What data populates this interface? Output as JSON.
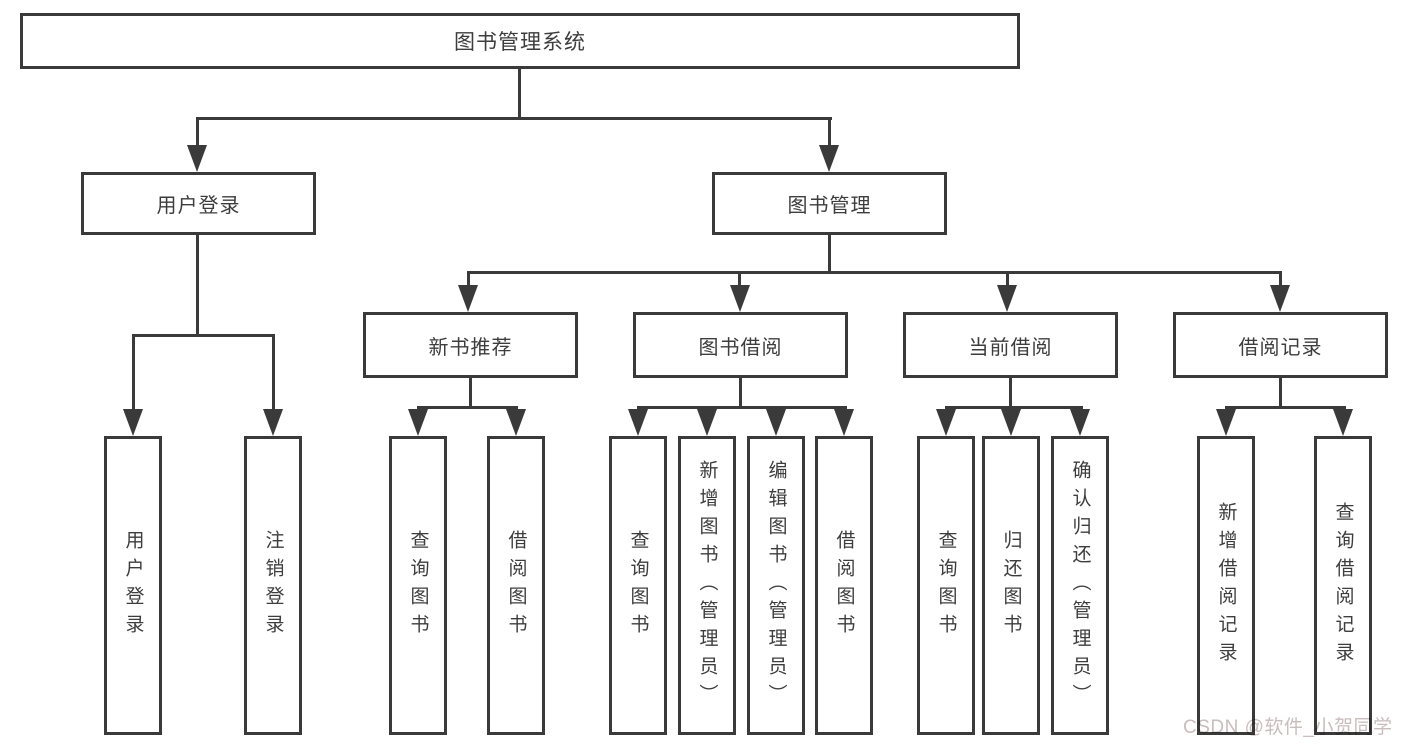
{
  "tree": {
    "root": {
      "label": "图书管理系统"
    },
    "children": [
      {
        "label": "用户登录",
        "children": [
          {
            "label": "用户登录"
          },
          {
            "label": "注销登录"
          }
        ]
      },
      {
        "label": "图书管理",
        "children": [
          {
            "label": "新书推荐",
            "children": [
              {
                "label": "查询图书"
              },
              {
                "label": "借阅图书"
              }
            ]
          },
          {
            "label": "图书借阅",
            "children": [
              {
                "label": "查询图书"
              },
              {
                "label": "新增图书（管理员）"
              },
              {
                "label": "编辑图书（管理员）"
              },
              {
                "label": "借阅图书"
              }
            ]
          },
          {
            "label": "当前借阅",
            "children": [
              {
                "label": "查询图书"
              },
              {
                "label": "归还图书"
              },
              {
                "label": "确认归还（管理员）"
              }
            ]
          },
          {
            "label": "借阅记录",
            "children": [
              {
                "label": "新增借阅记录"
              },
              {
                "label": "查询借阅记录"
              }
            ]
          }
        ]
      }
    ]
  },
  "watermark": {
    "text": "CSDN @软件_小贺同学"
  },
  "colors": {
    "line": "#3a3a3a",
    "box_border": "#3a3a3a",
    "text": "#3d3d3d",
    "background": "#ffffff",
    "watermark": "#c9bdbd"
  }
}
